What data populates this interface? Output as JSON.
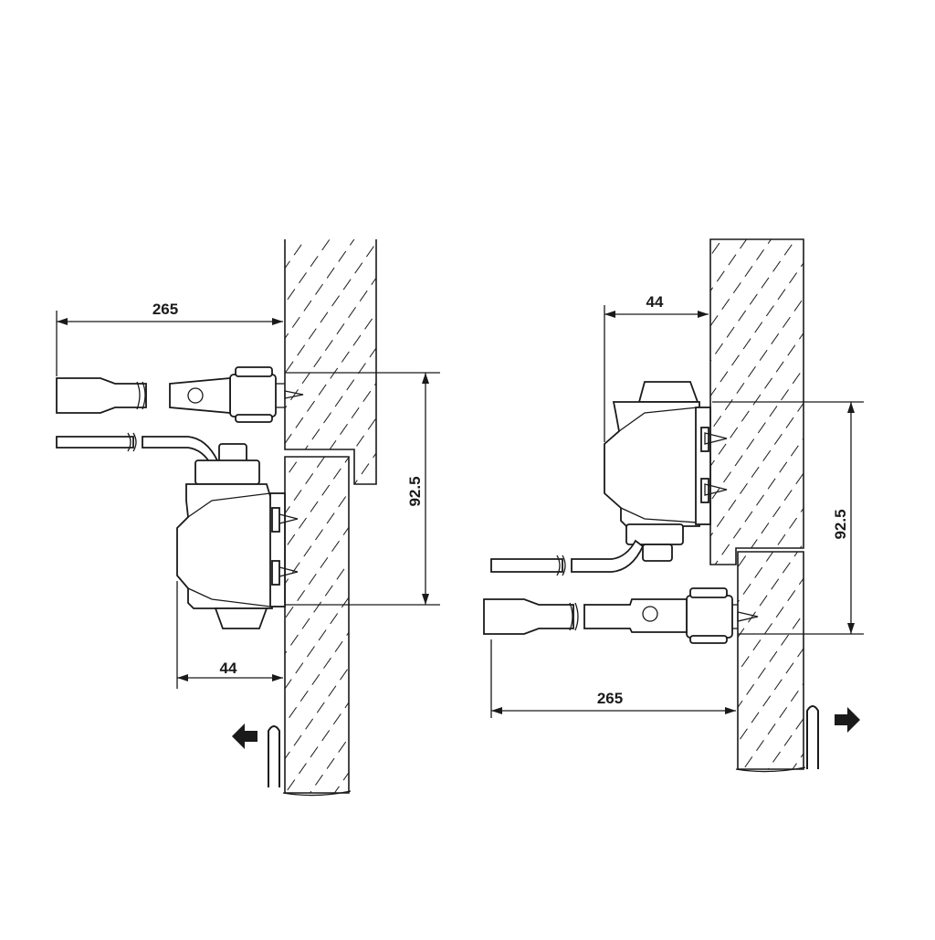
{
  "colors": {
    "line": "#1a1a1a",
    "background": "#ffffff",
    "arrow": "#1a1a1a"
  },
  "left_view": {
    "dim_arm_length": "265",
    "dim_closer_depth": "44",
    "dim_height": "92.5",
    "opening_direction_icon": "arrow-left-icon"
  },
  "right_view": {
    "dim_arm_length": "265",
    "dim_closer_depth": "44",
    "dim_height": "92.5",
    "opening_direction_icon": "arrow-right-icon"
  }
}
